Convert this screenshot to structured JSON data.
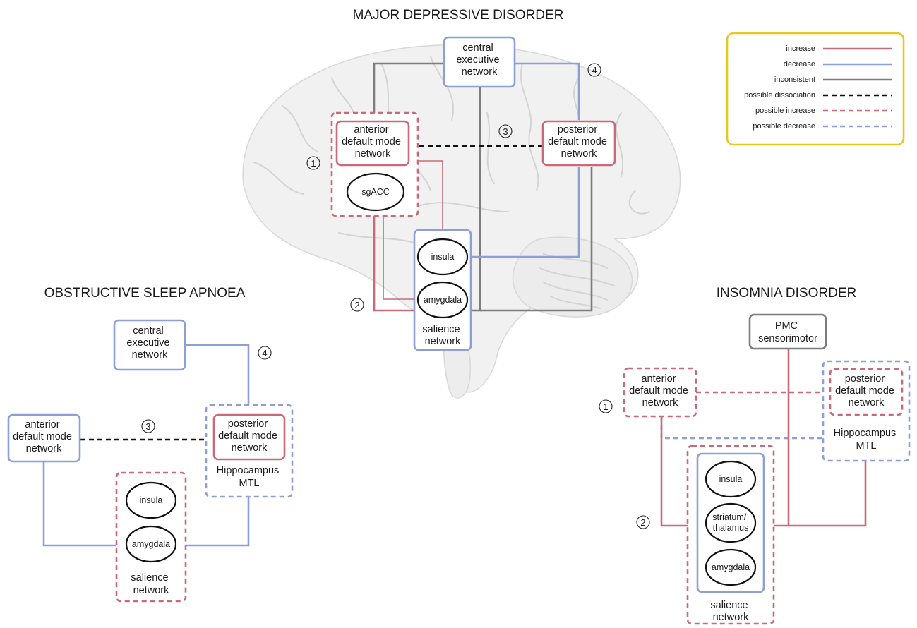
{
  "colors": {
    "increase": "#c96a7a",
    "decrease": "#8e9fd8",
    "inconsistent": "#7d7d7d",
    "dissociation": "#111111",
    "legend_border": "#e8c820"
  },
  "legend": {
    "items": [
      {
        "label": "increase",
        "style": "solid-red"
      },
      {
        "label": "decrease",
        "style": "solid-blue"
      },
      {
        "label": "inconsistent",
        "style": "solid-grey"
      },
      {
        "label": "possible dissociation",
        "style": "dashed-black"
      },
      {
        "label": "possible increase",
        "style": "dashed-red"
      },
      {
        "label": "possible decrease",
        "style": "dashed-blue"
      }
    ]
  },
  "mdd": {
    "title": "MAJOR DEPRESSIVE DISORDER",
    "cen": [
      "central",
      "executive",
      "network"
    ],
    "adm": [
      "anterior",
      "default mode",
      "network"
    ],
    "pdm": [
      "posterior",
      "default mode",
      "network"
    ],
    "sgacc": "sgACC",
    "insula": "insula",
    "amygdala": "amygdala",
    "salience": [
      "salience",
      "network"
    ],
    "markers": [
      "1",
      "2",
      "3",
      "4"
    ]
  },
  "osa": {
    "title": "OBSTRUCTIVE SLEEP APNOEA",
    "cen": [
      "central",
      "executive",
      "network"
    ],
    "adm": [
      "anterior",
      "default mode",
      "network"
    ],
    "pdm": [
      "posterior",
      "default mode",
      "network"
    ],
    "hippocampus": [
      "Hippocampus",
      "MTL"
    ],
    "insula": "insula",
    "amygdala": "amygdala",
    "salience": [
      "salience",
      "network"
    ],
    "markers": [
      "3",
      "4"
    ]
  },
  "insomnia": {
    "title": "INSOMNIA DISORDER",
    "pmc": [
      "PMC",
      "sensorimotor"
    ],
    "adm": [
      "anterior",
      "default mode",
      "network"
    ],
    "pdm": [
      "posterior",
      "default mode",
      "network"
    ],
    "hippocampus": [
      "Hippocampus",
      "MTL"
    ],
    "insula": "insula",
    "striatum": [
      "striatum/",
      "thalamus"
    ],
    "amygdala": "amygdala",
    "salience": [
      "salience",
      "network"
    ],
    "markers": [
      "1",
      "2"
    ]
  }
}
